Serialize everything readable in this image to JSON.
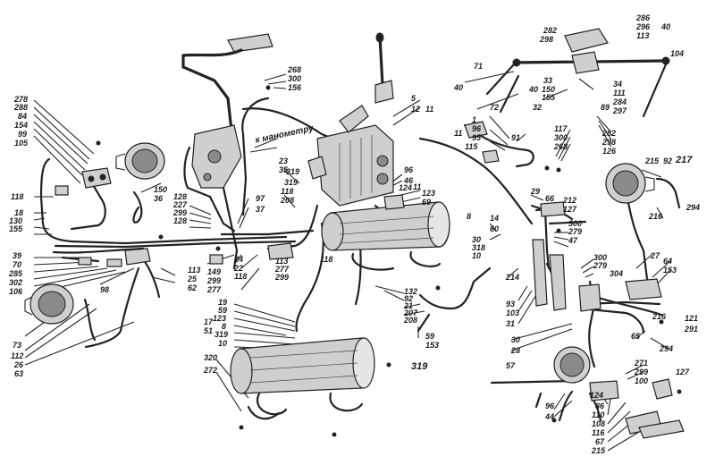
{
  "diagram": {
    "annotation": "к манометру",
    "callouts": [
      {
        "id": "c278",
        "text": "278"
      },
      {
        "id": "c288",
        "text": "288"
      },
      {
        "id": "c84",
        "text": "84"
      },
      {
        "id": "c154",
        "text": "154"
      },
      {
        "id": "c99",
        "text": "99"
      },
      {
        "id": "c105",
        "text": "105"
      },
      {
        "id": "c118a",
        "text": "118"
      },
      {
        "id": "c18",
        "text": "18"
      },
      {
        "id": "c130",
        "text": "130"
      },
      {
        "id": "c155",
        "text": "155"
      },
      {
        "id": "c39",
        "text": "39"
      },
      {
        "id": "c70",
        "text": "70"
      },
      {
        "id": "c285",
        "text": "285"
      },
      {
        "id": "c302",
        "text": "302"
      },
      {
        "id": "c106",
        "text": "106"
      },
      {
        "id": "c98",
        "text": "98"
      },
      {
        "id": "c73",
        "text": "73"
      },
      {
        "id": "c112",
        "text": "112"
      },
      {
        "id": "c26",
        "text": "26"
      },
      {
        "id": "c63",
        "text": "63"
      },
      {
        "id": "c268a",
        "text": "268"
      },
      {
        "id": "c300a",
        "text": "300"
      },
      {
        "id": "c156",
        "text": "156"
      },
      {
        "id": "c5",
        "text": "5"
      },
      {
        "id": "c12",
        "text": "12"
      },
      {
        "id": "c11a",
        "text": "11"
      },
      {
        "id": "c23",
        "text": "23"
      },
      {
        "id": "c35",
        "text": "35"
      },
      {
        "id": "c150",
        "text": "150"
      },
      {
        "id": "c36",
        "text": "36"
      },
      {
        "id": "c128a",
        "text": "128"
      },
      {
        "id": "c227",
        "text": "227"
      },
      {
        "id": "c299a",
        "text": "299"
      },
      {
        "id": "c128b",
        "text": "128"
      },
      {
        "id": "c97",
        "text": "97"
      },
      {
        "id": "c37",
        "text": "37"
      },
      {
        "id": "c319a",
        "text": "319"
      },
      {
        "id": "c118b",
        "text": "118"
      },
      {
        "id": "c208a",
        "text": "208"
      },
      {
        "id": "c319b",
        "text": "319"
      },
      {
        "id": "c96a",
        "text": "96"
      },
      {
        "id": "c46",
        "text": "46"
      },
      {
        "id": "c124a",
        "text": "124"
      },
      {
        "id": "c11b",
        "text": "11"
      },
      {
        "id": "c123a",
        "text": "123"
      },
      {
        "id": "c69",
        "text": "69"
      },
      {
        "id": "c113a",
        "text": "113"
      },
      {
        "id": "c24",
        "text": "24"
      },
      {
        "id": "c22",
        "text": "22"
      },
      {
        "id": "c118c",
        "text": "118"
      },
      {
        "id": "c149",
        "text": "149"
      },
      {
        "id": "c299b",
        "text": "299"
      },
      {
        "id": "c277a",
        "text": "277"
      },
      {
        "id": "c25",
        "text": "25"
      },
      {
        "id": "c62",
        "text": "62"
      },
      {
        "id": "c113b",
        "text": "113"
      },
      {
        "id": "c277b",
        "text": "277"
      },
      {
        "id": "c299c",
        "text": "299"
      },
      {
        "id": "c118d",
        "text": "118"
      },
      {
        "id": "c8a",
        "text": "8"
      },
      {
        "id": "c30a",
        "text": "30"
      },
      {
        "id": "c318",
        "text": "318"
      },
      {
        "id": "c10a",
        "text": "10"
      },
      {
        "id": "c14",
        "text": "14"
      },
      {
        "id": "c60",
        "text": "60"
      },
      {
        "id": "c132",
        "text": "132"
      },
      {
        "id": "c92",
        "text": "92"
      },
      {
        "id": "c21",
        "text": "21"
      },
      {
        "id": "c207",
        "text": "207"
      },
      {
        "id": "c208b",
        "text": "208"
      },
      {
        "id": "c19",
        "text": "19"
      },
      {
        "id": "c59a",
        "text": "59"
      },
      {
        "id": "c123b",
        "text": "123"
      },
      {
        "id": "c17",
        "text": "17"
      },
      {
        "id": "c8b",
        "text": "8"
      },
      {
        "id": "c51",
        "text": "51"
      },
      {
        "id": "c319c",
        "text": "319"
      },
      {
        "id": "c10b",
        "text": "10"
      },
      {
        "id": "c59b",
        "text": "59"
      },
      {
        "id": "c153a",
        "text": "153"
      },
      {
        "id": "c320",
        "text": "320"
      },
      {
        "id": "c272",
        "text": "272"
      },
      {
        "id": "c319d",
        "text": "319"
      },
      {
        "id": "c282a",
        "text": "282"
      },
      {
        "id": "c298a",
        "text": "298"
      },
      {
        "id": "c286",
        "text": "286"
      },
      {
        "id": "c296",
        "text": "296"
      },
      {
        "id": "c113c",
        "text": "113"
      },
      {
        "id": "c40a",
        "text": "40"
      },
      {
        "id": "c71",
        "text": "71"
      },
      {
        "id": "c104",
        "text": "104"
      },
      {
        "id": "c40b",
        "text": "40"
      },
      {
        "id": "c72",
        "text": "72"
      },
      {
        "id": "c40c",
        "text": "40"
      },
      {
        "id": "c33",
        "text": "33"
      },
      {
        "id": "c150b",
        "text": "150"
      },
      {
        "id": "c155b",
        "text": "155"
      },
      {
        "id": "c32",
        "text": "32"
      },
      {
        "id": "c34",
        "text": "34"
      },
      {
        "id": "c111",
        "text": "111"
      },
      {
        "id": "c284",
        "text": "284"
      },
      {
        "id": "c297",
        "text": "297"
      },
      {
        "id": "c89",
        "text": "89"
      },
      {
        "id": "c1",
        "text": "1"
      },
      {
        "id": "c96b",
        "text": "96"
      },
      {
        "id": "c95",
        "text": "95"
      },
      {
        "id": "c11c",
        "text": "11"
      },
      {
        "id": "c115",
        "text": "115"
      },
      {
        "id": "c91",
        "text": "91"
      },
      {
        "id": "c117",
        "text": "117"
      },
      {
        "id": "c300b",
        "text": "300"
      },
      {
        "id": "c268b",
        "text": "268"
      },
      {
        "id": "c282b",
        "text": "282"
      },
      {
        "id": "c298b",
        "text": "298"
      },
      {
        "id": "c126",
        "text": "126"
      },
      {
        "id": "c215a",
        "text": "215"
      },
      {
        "id": "c92b",
        "text": "92"
      },
      {
        "id": "c217",
        "text": "217"
      },
      {
        "id": "c29",
        "text": "29"
      },
      {
        "id": "c66",
        "text": "66"
      },
      {
        "id": "c212",
        "text": "212"
      },
      {
        "id": "c127a",
        "text": "127"
      },
      {
        "id": "c216a",
        "text": "216"
      },
      {
        "id": "c294a",
        "text": "294"
      },
      {
        "id": "c300c",
        "text": "300"
      },
      {
        "id": "c279a",
        "text": "279"
      },
      {
        "id": "c47",
        "text": "47"
      },
      {
        "id": "c300d",
        "text": "300"
      },
      {
        "id": "c279b",
        "text": "279"
      },
      {
        "id": "c304",
        "text": "304"
      },
      {
        "id": "c27",
        "text": "27"
      },
      {
        "id": "c64",
        "text": "64"
      },
      {
        "id": "c153b",
        "text": "153"
      },
      {
        "id": "c214",
        "text": "214"
      },
      {
        "id": "c93",
        "text": "93"
      },
      {
        "id": "c103",
        "text": "103"
      },
      {
        "id": "c31",
        "text": "31"
      },
      {
        "id": "c216b",
        "text": "216"
      },
      {
        "id": "c121",
        "text": "121"
      },
      {
        "id": "c291",
        "text": "291"
      },
      {
        "id": "c65",
        "text": "65"
      },
      {
        "id": "c30b",
        "text": "30"
      },
      {
        "id": "c28",
        "text": "28"
      },
      {
        "id": "c294b",
        "text": "294"
      },
      {
        "id": "c57",
        "text": "57"
      },
      {
        "id": "c271",
        "text": "271"
      },
      {
        "id": "c299d",
        "text": "299"
      },
      {
        "id": "c127b",
        "text": "127"
      },
      {
        "id": "c100",
        "text": "100"
      },
      {
        "id": "c124b",
        "text": "124"
      },
      {
        "id": "c96c",
        "text": "96"
      },
      {
        "id": "c44",
        "text": "44"
      },
      {
        "id": "c86",
        "text": "86"
      },
      {
        "id": "c110",
        "text": "110"
      },
      {
        "id": "c108",
        "text": "108"
      },
      {
        "id": "c116",
        "text": "116"
      },
      {
        "id": "c67",
        "text": "67"
      },
      {
        "id": "c215b",
        "text": "215"
      }
    ]
  }
}
